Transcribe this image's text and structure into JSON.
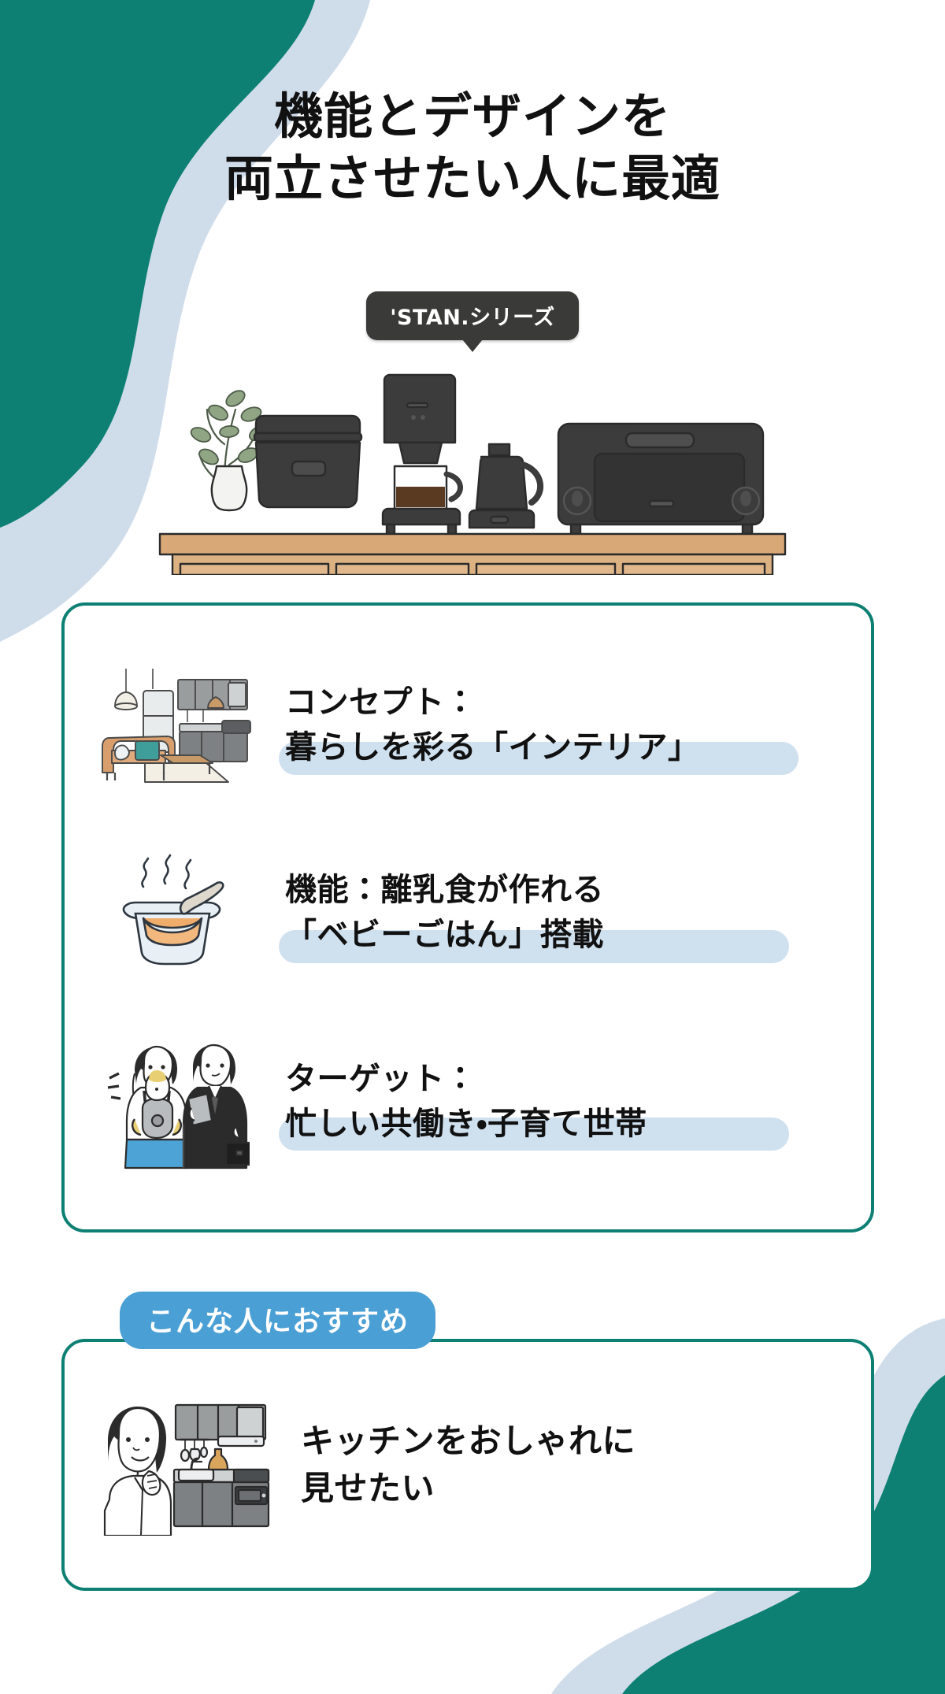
{
  "theme": {
    "teal": "#0d8073",
    "light_blue_blob": "#cfdcea",
    "highlight_blue": "#cfe0ef",
    "badge_dark": "#3a3a38",
    "pill_blue": "#4a9fd4",
    "text_dark": "#111111",
    "wood": "#d9a877",
    "appliance_dark": "#3c3c3c"
  },
  "title": {
    "line1": "機能とデザインを",
    "line2": "両立させたい人に最適"
  },
  "series_badge": {
    "label": "'STAN.シリーズ"
  },
  "hero_illustration": {
    "name": "kitchen-counter-appliances",
    "items": [
      "観葉植物",
      "炊飯器",
      "コーヒーメーカー",
      "電気ケトル",
      "オーブントースター"
    ]
  },
  "features": [
    {
      "icon_name": "living-room-kitchen-icon",
      "line1": "コンセプト：",
      "line2": "暮らしを彩る「インテリア」"
    },
    {
      "icon_name": "baby-food-bowl-icon",
      "line1": "機能：離乳食が作れる",
      "line2": "「ベビーごはん」搭載"
    },
    {
      "icon_name": "working-parents-icon",
      "line1": "ターゲット：",
      "line2": "忙しい共働き・子育て世帯"
    }
  ],
  "recommend": {
    "pill_label": "こんな人におすすめ",
    "card": {
      "icon_name": "woman-thinking-kitchen-icon",
      "line1": "キッチンをおしゃれに",
      "line2": "見せたい"
    }
  }
}
